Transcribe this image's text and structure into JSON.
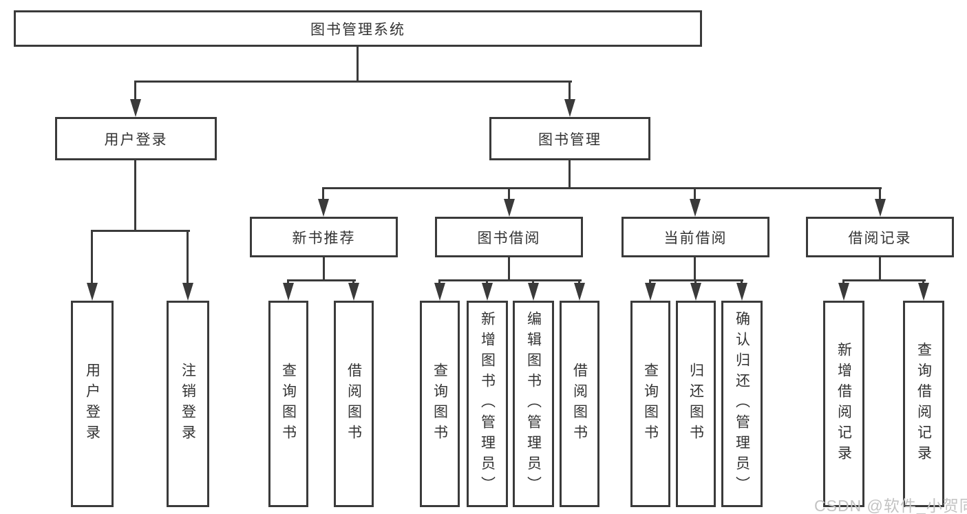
{
  "tree": {
    "root": {
      "label": "图书管理系统",
      "children": [
        {
          "label": "用户登录",
          "children": [
            {
              "label": "用户登录"
            },
            {
              "label": "注销登录"
            }
          ]
        },
        {
          "label": "图书管理",
          "children": [
            {
              "label": "新书推荐",
              "children": [
                {
                  "label": "查询图书"
                },
                {
                  "label": "借阅图书"
                }
              ]
            },
            {
              "label": "图书借阅",
              "children": [
                {
                  "label": "查询图书"
                },
                {
                  "label": "新增图书（管理员）"
                },
                {
                  "label": "编辑图书（管理员）"
                },
                {
                  "label": "借阅图书"
                }
              ]
            },
            {
              "label": "当前借阅",
              "children": [
                {
                  "label": "查询图书"
                },
                {
                  "label": "归还图书"
                },
                {
                  "label": "确认归还（管理员）"
                }
              ]
            },
            {
              "label": "借阅记录",
              "children": [
                {
                  "label": "新增借阅记录"
                },
                {
                  "label": "查询借阅记录"
                }
              ]
            }
          ]
        }
      ]
    }
  },
  "watermark": {
    "text": "CSDN @软件_小贺同学"
  },
  "colors": {
    "line": "#3a3a3a",
    "text": "#333333",
    "watermark": "#c3c3c3",
    "background": "#ffffff"
  }
}
